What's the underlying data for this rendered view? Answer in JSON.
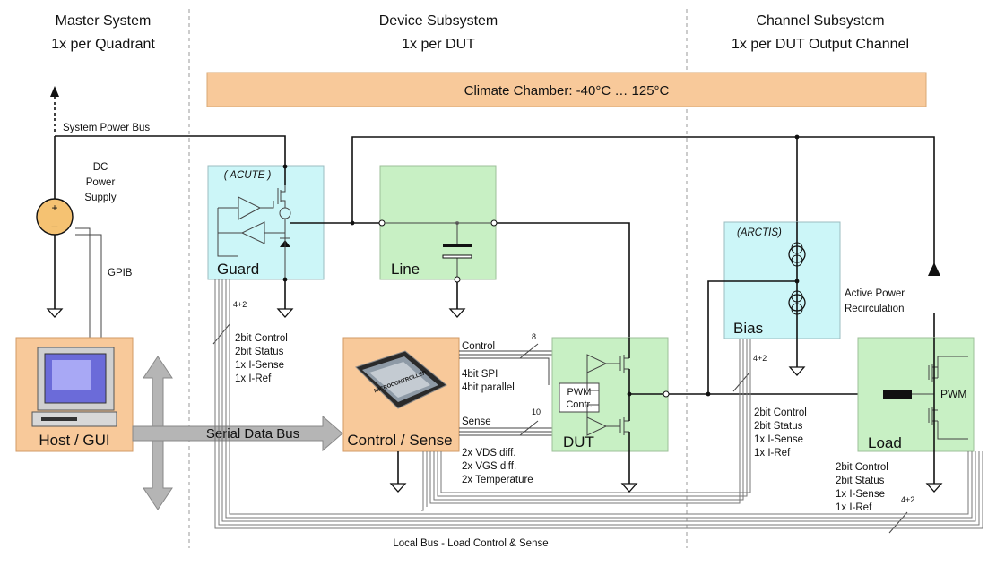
{
  "headers": {
    "master_title": "Master System",
    "master_sub": "1x per Quadrant",
    "device_title": "Device Subsystem",
    "device_sub": "1x per DUT",
    "channel_title": "Channel Subsystem",
    "channel_sub": "1x per DUT Output Channel"
  },
  "climate_chamber": "Climate Chamber:  -40°C … 125°C",
  "system_power_bus": "System Power Bus",
  "power_supply": {
    "line1": "DC",
    "line2": "Power",
    "line3": "Supply",
    "plus": "+",
    "minus": "−"
  },
  "gpib": "GPIB",
  "blocks": {
    "acute": "( ACUTE )",
    "guard": "Guard",
    "line": "Line",
    "arctis": "(ARCTIS)",
    "bias": "Bias",
    "host": "Host / GUI",
    "control": "Control / Sense",
    "dut": "DUT",
    "load": "Load",
    "pwm_contr_1": "PWM",
    "pwm_contr_2": "Contr.",
    "pwm_load": "PWM",
    "mcu_chip": "MICROCONTROLLER"
  },
  "serial_data_bus": "Serial Data Bus",
  "active_power": {
    "line1": "Active Power",
    "line2": "Recirculation"
  },
  "guard_signals": {
    "count": "4+2",
    "l1": "2bit Control",
    "l2": "2bit Status",
    "l3": "1x I-Sense",
    "l4": "1x I-Ref"
  },
  "control_signals": {
    "control": "Control",
    "count": "8",
    "spi": "4bit SPI",
    "parallel": "4bit parallel",
    "sense": "Sense",
    "count2": "10"
  },
  "sense_signals": {
    "l1": "2x VDS diff.",
    "l2": "2x VGS diff.",
    "l3": "2x Temperature"
  },
  "bias_signals": {
    "count": "4+2",
    "l1": "2bit Control",
    "l2": "2bit Status",
    "l3": "1x I-Sense",
    "l4": "1x I-Ref"
  },
  "load_signals": {
    "count": "4+2",
    "l1": "2bit Control",
    "l2": "2bit Status",
    "l3": "1x I-Sense",
    "l4": "1x I-Ref"
  },
  "local_bus": "Local Bus - Load Control & Sense",
  "colors": {
    "cyan": "#ccf6f8",
    "green": "#c8f0c4",
    "orange": "#f8c99a"
  }
}
